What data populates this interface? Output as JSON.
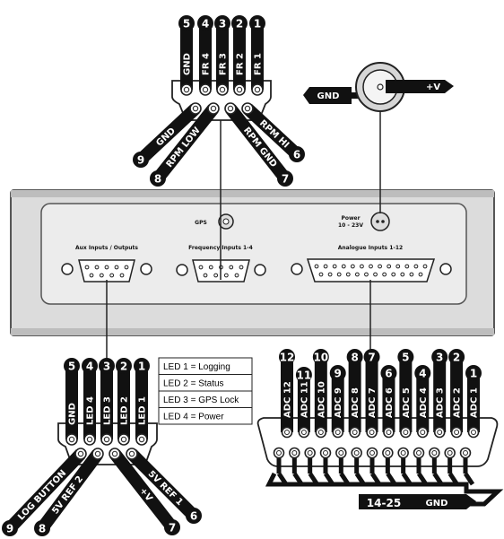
{
  "colors": {
    "ink": "#111111",
    "paper": "#ffffff",
    "panel_fill": "#ececec",
    "panel_stroke": "#555555"
  },
  "panel": {
    "gps_label": "GPS",
    "power_label": "Power",
    "power_range": "10 - 23V",
    "aux_label": "Aux Inputs / Outputs",
    "freq_label": "Frequency Inputs 1-4",
    "analogue_label": "Analogue Inputs 1-12"
  },
  "power_jack": {
    "gnd": "GND",
    "pos": "+V"
  },
  "freq_conn": {
    "top": [
      {
        "num": "5",
        "label": "GND"
      },
      {
        "num": "4",
        "label": "FR 4"
      },
      {
        "num": "3",
        "label": "FR 3"
      },
      {
        "num": "2",
        "label": "FR 2"
      },
      {
        "num": "1",
        "label": "FR 1"
      }
    ],
    "bottom": [
      {
        "num": "9",
        "label": "GND"
      },
      {
        "num": "8",
        "label": "RPM LOW"
      },
      {
        "num": "7",
        "label": "RPM GND"
      },
      {
        "num": "6",
        "label": "RPM HI"
      }
    ]
  },
  "aux_conn": {
    "top": [
      {
        "num": "5",
        "label": "GND"
      },
      {
        "num": "4",
        "label": "LED 4"
      },
      {
        "num": "3",
        "label": "LED 3"
      },
      {
        "num": "2",
        "label": "LED 2"
      },
      {
        "num": "1",
        "label": "LED 1"
      }
    ],
    "bottom": [
      {
        "num": "9",
        "label": "LOG BUTTON"
      },
      {
        "num": "8",
        "label": "5V REF 2"
      },
      {
        "num": "7",
        "label": "+V"
      },
      {
        "num": "6",
        "label": "5V REF 1"
      }
    ]
  },
  "led_legend": [
    "LED 1 = Logging",
    "LED 2 = Status",
    "LED 3 = GPS Lock",
    "LED 4 = Power"
  ],
  "adc_conn": {
    "pins": [
      {
        "num": "12",
        "label": "ADC 12"
      },
      {
        "num": "11",
        "label": "ADC 11"
      },
      {
        "num": "10",
        "label": "ADC 10"
      },
      {
        "num": "9",
        "label": "ADC 9"
      },
      {
        "num": "8",
        "label": "ADC 8"
      },
      {
        "num": "7",
        "label": "ADC 7"
      },
      {
        "num": "6",
        "label": "ADC 6"
      },
      {
        "num": "5",
        "label": "ADC 5"
      },
      {
        "num": "4",
        "label": "ADC 4"
      },
      {
        "num": "3",
        "label": "ADC 3"
      },
      {
        "num": "2",
        "label": "ADC 2"
      },
      {
        "num": "1",
        "label": "ADC 1"
      }
    ],
    "gnd_range": "14-25",
    "gnd_label": "GND"
  }
}
